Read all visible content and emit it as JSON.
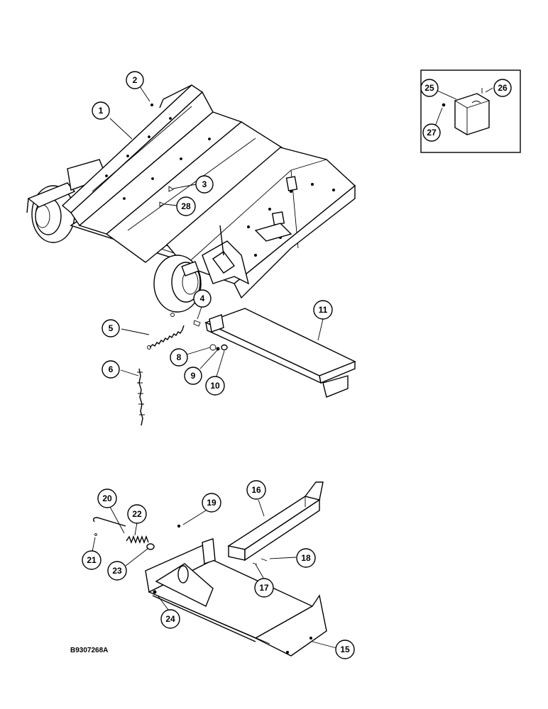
{
  "figure_code": "B9307268A",
  "callouts": [
    {
      "id": "c1",
      "label": "1"
    },
    {
      "id": "c2",
      "label": "2"
    },
    {
      "id": "c3",
      "label": "3"
    },
    {
      "id": "c4",
      "label": "4"
    },
    {
      "id": "c5",
      "label": "5"
    },
    {
      "id": "c6",
      "label": "6"
    },
    {
      "id": "c8",
      "label": "8"
    },
    {
      "id": "c9",
      "label": "9"
    },
    {
      "id": "c10",
      "label": "10"
    },
    {
      "id": "c11",
      "label": "11"
    },
    {
      "id": "c15",
      "label": "15"
    },
    {
      "id": "c16",
      "label": "16"
    },
    {
      "id": "c17",
      "label": "17"
    },
    {
      "id": "c18",
      "label": "18"
    },
    {
      "id": "c19",
      "label": "19"
    },
    {
      "id": "c20",
      "label": "20"
    },
    {
      "id": "c21",
      "label": "21"
    },
    {
      "id": "c22",
      "label": "22"
    },
    {
      "id": "c23",
      "label": "23"
    },
    {
      "id": "c24",
      "label": "24"
    },
    {
      "id": "c25",
      "label": "25"
    },
    {
      "id": "c26",
      "label": "26"
    },
    {
      "id": "c27",
      "label": "27"
    },
    {
      "id": "c28",
      "label": "28"
    }
  ]
}
